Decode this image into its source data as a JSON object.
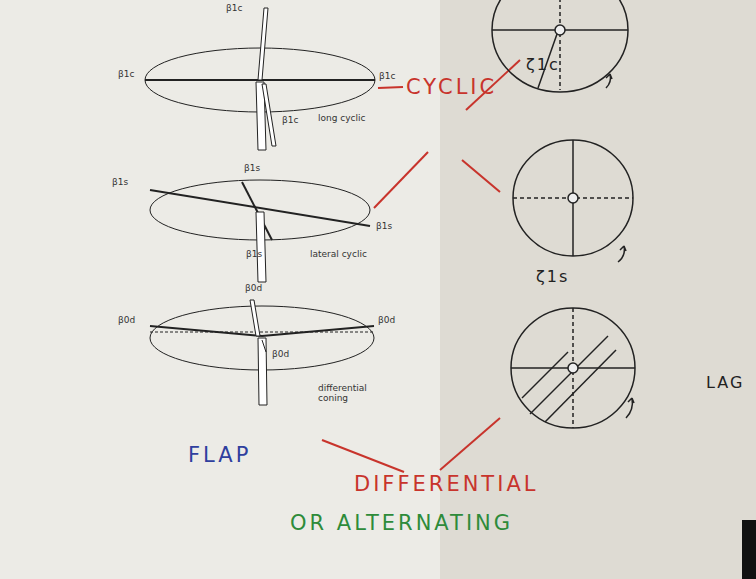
{
  "diagram": {
    "labels": [
      "β1c",
      "β1c",
      "β1c",
      "β1c",
      "long cyclic",
      "β1s",
      "β1s",
      "β1s",
      "β1s",
      "lateral cyclic",
      "β0d",
      "β0d",
      "β0d",
      "β0d",
      "differential coning",
      "CYCLIC",
      "ζ1c",
      "ζ1s",
      "LAG",
      "FLAP",
      "DIFFERENTIAL",
      "OR ALTERNATING"
    ]
  }
}
